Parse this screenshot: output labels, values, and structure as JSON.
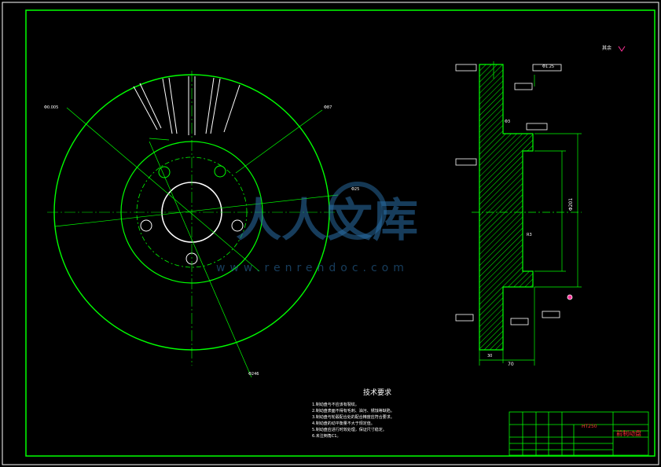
{
  "drawing": {
    "tech_title": "技术要求",
    "tech_notes": [
      "1.制动盘与不应该有裂纹。",
      "2.制动盘表面不得有毛刺、油污、锈蚀等缺陷。",
      "3.制动盘与轮毂配合处的配合精度应符合要求。",
      "4.制动盘的动平衡量不大于规定值。",
      "5.制动盘应进行时效处理，保证尺寸稳定。",
      "6.未注倒角C1。"
    ],
    "material": "HT250",
    "part_name": "前制动盘",
    "roughness_label": "其余",
    "dims": {
      "overall_width": "70",
      "hub_width": "30",
      "phi_201": "Φ201",
      "d1": "Φ3",
      "d2": "Φ1.25",
      "r3": "R3"
    },
    "callouts": {
      "hole_dia": "Φ0.005",
      "pcd": "Φ87",
      "center": "Φ25",
      "outer": "Φ246"
    }
  },
  "watermark": {
    "cn": "人人文库",
    "en": "www.renrendoc.com"
  }
}
